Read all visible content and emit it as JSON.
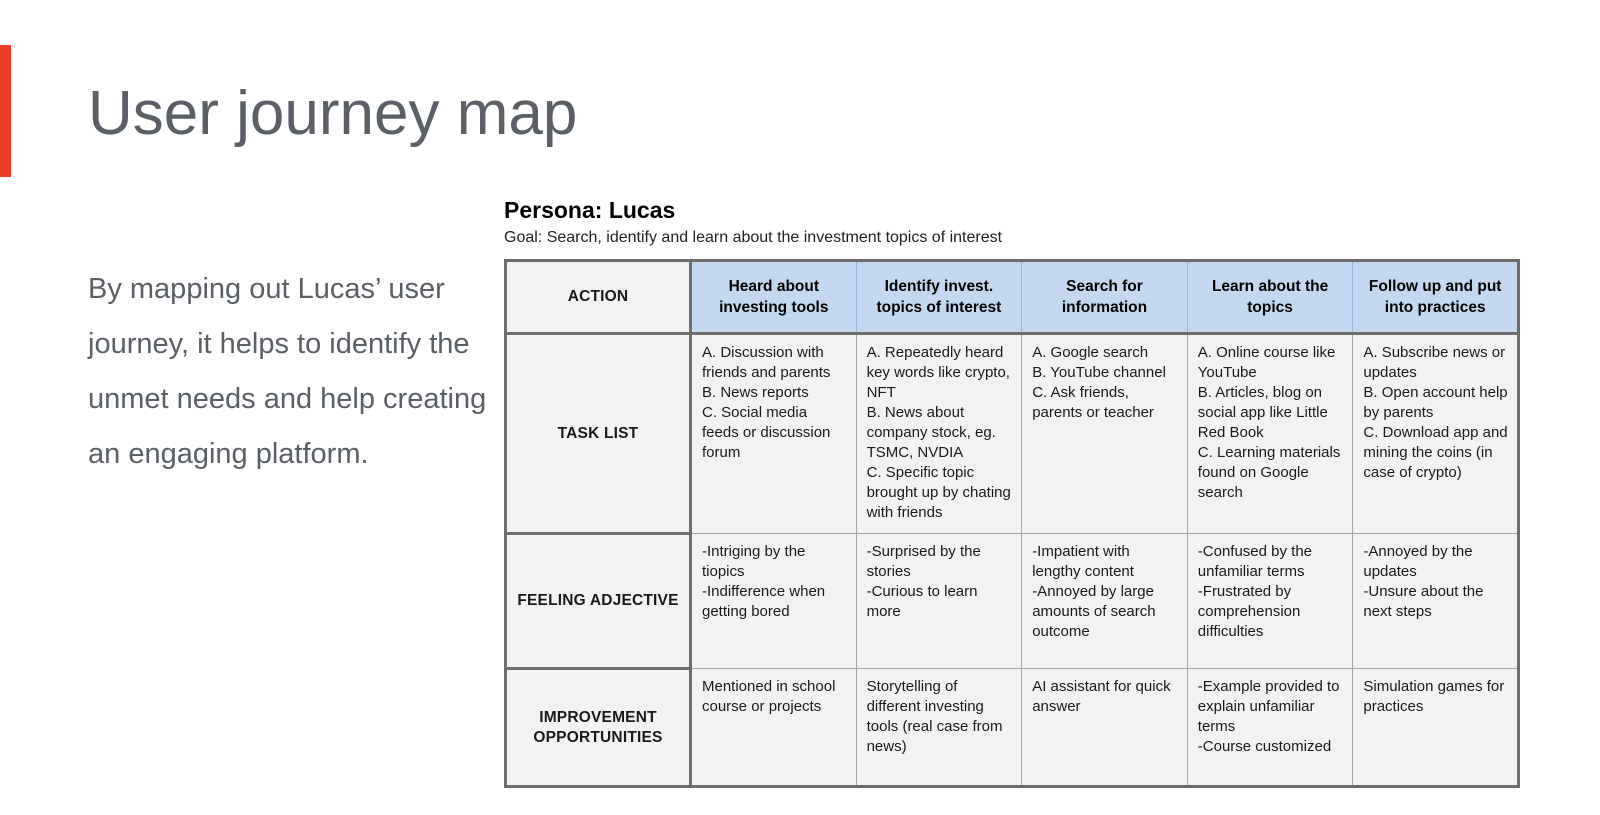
{
  "slide": {
    "title": "User journey map",
    "accent_color": "#E8402A",
    "body_paragraph": "By mapping out Lucas’ user journey, it helps to identify the unmet needs and help creating an engaging platform.",
    "title_color": "#5A6066"
  },
  "persona": {
    "title": "Persona: Lucas",
    "goal": "Goal: Search, identify and learn about the investment topics of interest"
  },
  "table": {
    "header_bg": "#C3D8F0",
    "cell_bg": "#F2F2F2",
    "corner_label": "ACTION",
    "stages": [
      "Heard about investing tools",
      "Identify invest. topics of interest",
      "Search for information",
      "Learn about the topics",
      "Follow up and put into practices"
    ],
    "rows": [
      {
        "label": "TASK LIST",
        "cells": [
          "A. Discussion with friends and parents\nB.  News reports\nC. Social media feeds or discussion forum",
          "A. Repeatedly heard key words like crypto, NFT\nB. News about company stock, eg. TSMC, NVDIA\nC. Specific topic brought up by chating with friends",
          "A. Google search\nB. YouTube channel\nC. Ask friends, parents or teacher",
          "A. Online course like YouTube\nB. Articles, blog on social app like Little Red Book\nC. Learning materials found on Google search",
          "A. Subscribe news or updates\nB.  Open account help by parents\nC. Download app and mining the coins (in case of crypto)"
        ]
      },
      {
        "label": "FEELING ADJECTIVE",
        "cells": [
          "-Intriging by the tiopics\n-Indifference when getting bored",
          "-Surprised by the stories\n-Curious to learn more",
          "-Impatient with lengthy content\n-Annoyed by large amounts of search outcome",
          "-Confused by the unfamiliar terms\n-Frustrated by comprehension difficulties",
          "-Annoyed  by the updates\n-Unsure about the next steps"
        ]
      },
      {
        "label": "IMPROVEMENT OPPORTUNITIES",
        "cells": [
          "Mentioned in school course or projects",
          "Storytelling of different investing tools (real case from news)",
          "AI assistant for quick answer",
          "-Example provided to explain unfamiliar terms\n-Course customized",
          "Simulation games for practices"
        ]
      }
    ]
  }
}
